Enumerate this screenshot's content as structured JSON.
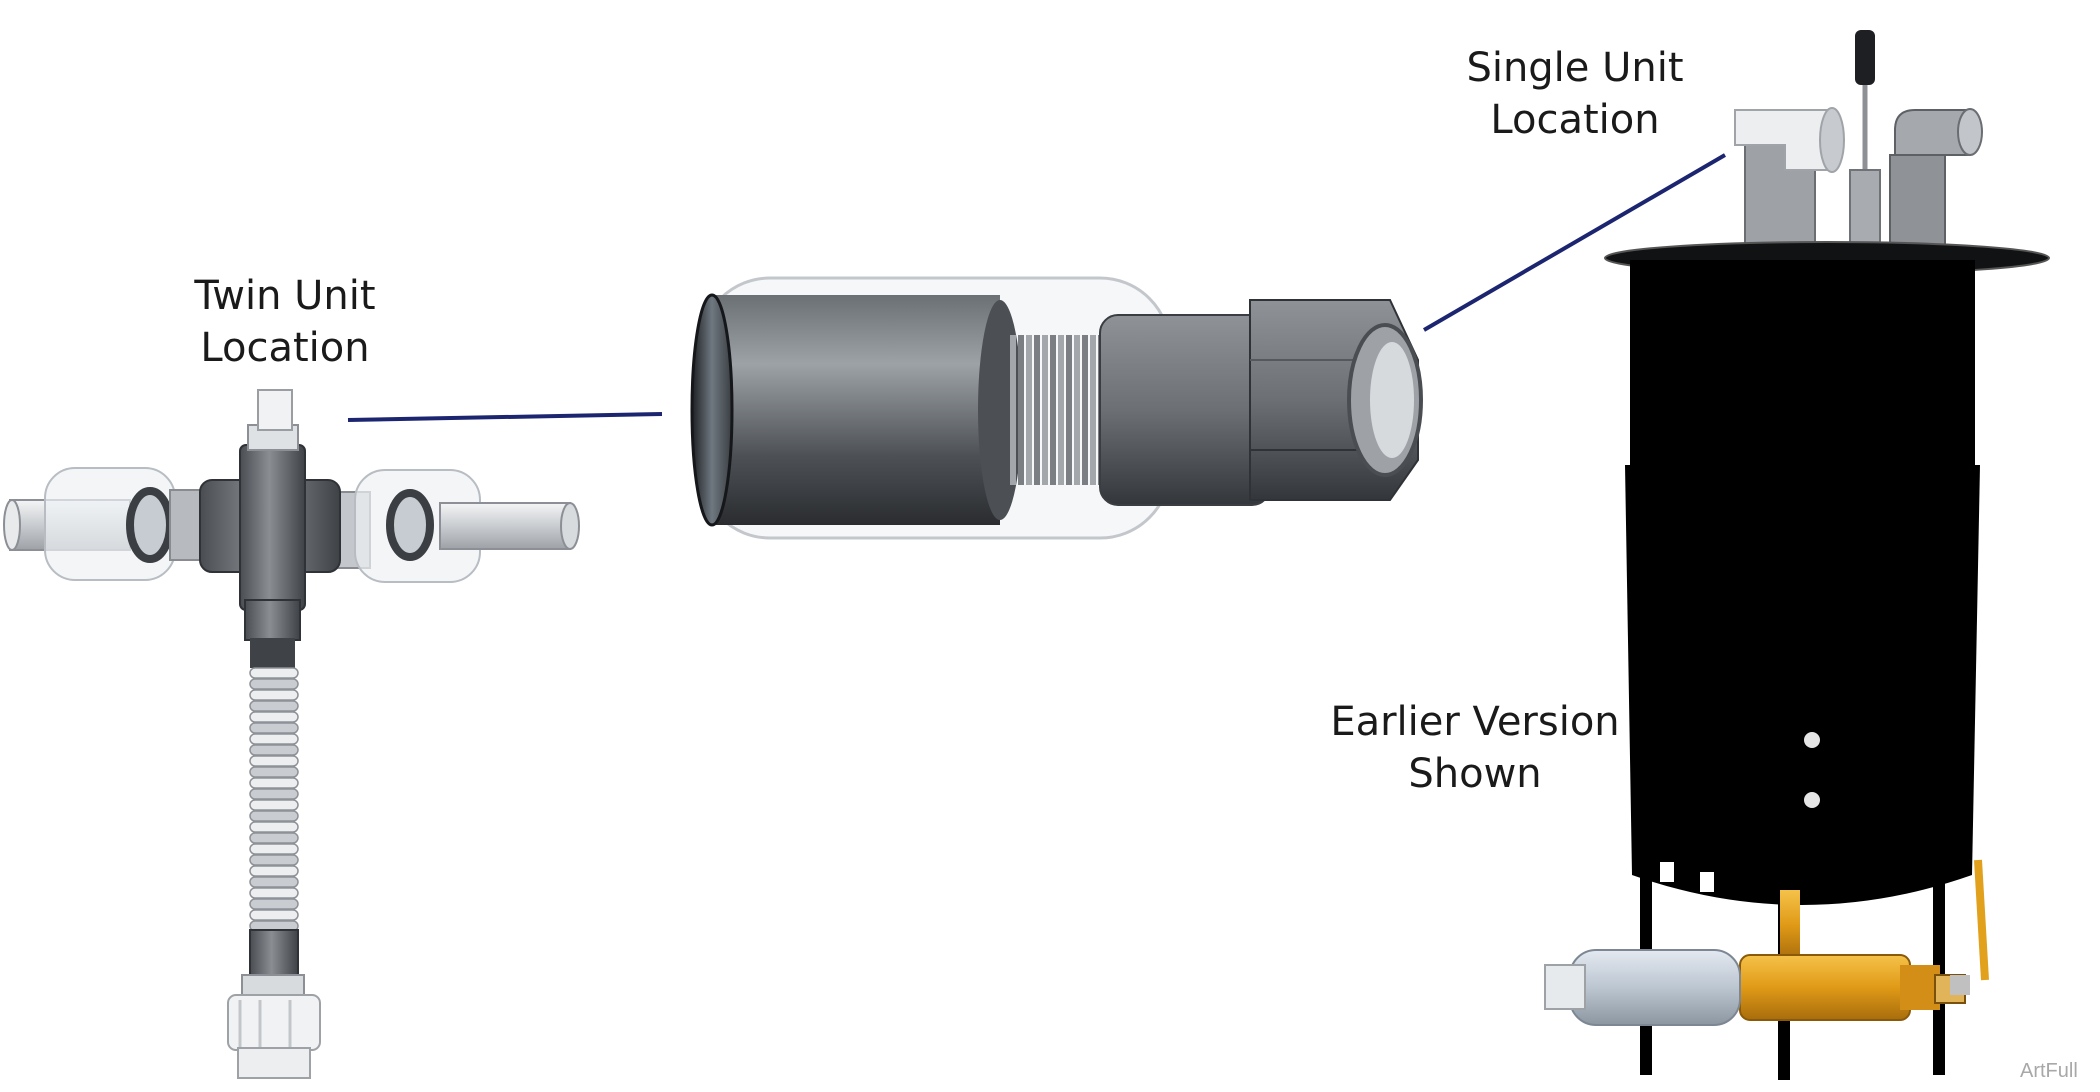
{
  "labels": {
    "twin_unit": {
      "line1": "Twin Unit",
      "line2": "Location"
    },
    "single_unit": {
      "line1": "Single Unit",
      "line2": "Location"
    },
    "earlier_version": {
      "line1": "Earlier Version",
      "line2": "Shown"
    }
  },
  "watermark": "ArtFull",
  "colors": {
    "leader_line": "#1c2570",
    "pipe_dark": "#5a5e63",
    "pipe_light": "#d6d8da",
    "tank": "#000000",
    "valve_brass": "#e6a21a",
    "filter_body": "#7a7e83"
  },
  "components": {
    "left": "twin-unit-pipe-assembly",
    "center": "inline-filter-cutaway",
    "right": "tank-assembly"
  }
}
